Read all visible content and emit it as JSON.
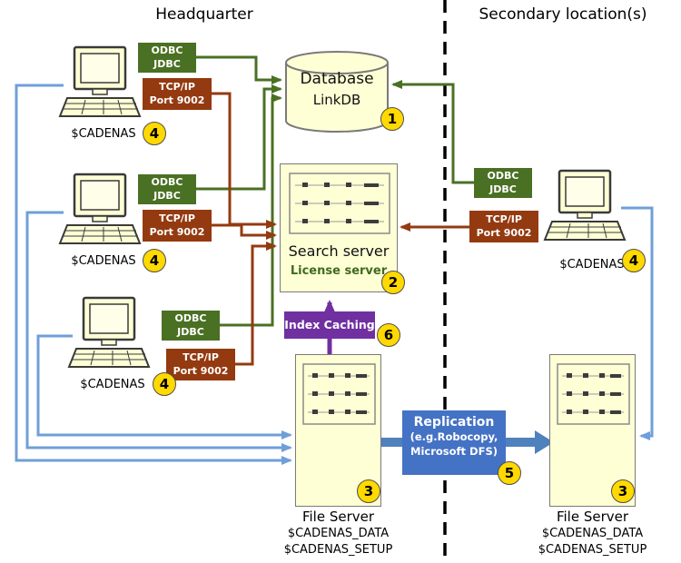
{
  "header": {
    "left_title": "Headquarter",
    "right_title": "Secondary location(s)"
  },
  "database": {
    "line1": "Database",
    "line2": "LinkDB",
    "badge": "1"
  },
  "search_server": {
    "title": "Search server",
    "subtitle": "License server",
    "badge": "2"
  },
  "index_caching": {
    "label": "Index Caching",
    "badge": "6"
  },
  "replication": {
    "title": "Replication",
    "line2": "(e.g.Robocopy,",
    "line3": "Microsoft DFS)",
    "badge": "5"
  },
  "file_server": {
    "title": "File Server",
    "line1": "$CADENAS_DATA",
    "line2": "$CADENAS_SETUP",
    "badge": "3"
  },
  "client": {
    "label": "$CADENAS",
    "badge": "4"
  },
  "protocols": {
    "odbc_line1": "ODBC",
    "odbc_line2": "JDBC",
    "tcp_line1": "TCP/IP",
    "tcp_line2": "Port 9002"
  },
  "icons": {
    "client": "desktop-computer-icon",
    "database": "database-cylinder-icon",
    "server": "rack-server-icon"
  },
  "colors": {
    "odbc_green": "#4a7023",
    "tcp_maroon": "#943a10",
    "client_blue": "#6f9fd8",
    "index_purple": "#7030a0",
    "replication_blue": "#4472c4",
    "badge_yellow": "#ffd900",
    "box_fill": "#ffffd6"
  }
}
